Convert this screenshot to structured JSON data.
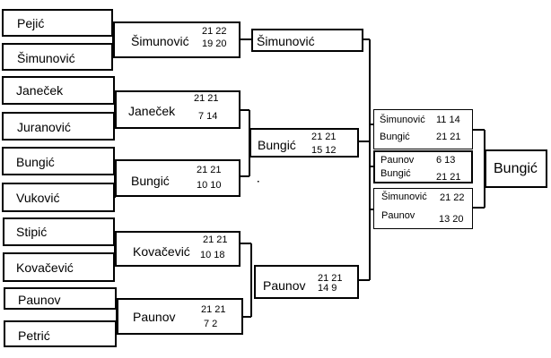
{
  "round1": {
    "pejic": "Pejić",
    "simunovic": "Šimunović",
    "janecek": "Janeček",
    "juranovic": "Juranović",
    "bungic": "Bungić",
    "vukovic": "Vuković",
    "stipic": "Stipić",
    "kovacevic": "Kovačević",
    "paunov": "Paunov",
    "petric": "Petrić"
  },
  "round2": {
    "m1": {
      "winner": "Šimunović",
      "set1": "21  22",
      "set2": "19 20"
    },
    "m2": {
      "winner": "Janeček",
      "set1": "21  21",
      "set2": "7  14"
    },
    "m3": {
      "winner": "Bungić",
      "set1": "21  21",
      "set2": "10  10"
    },
    "m4": {
      "winner": "Kovačević",
      "set1": "21 21",
      "set2": "10  18"
    },
    "m5": {
      "winner": "Paunov",
      "set1": "21  21",
      "set2": "7    2"
    }
  },
  "round3": {
    "top": {
      "winner": "Šimunović"
    },
    "mid": {
      "winner": "Bungić",
      "set1": "21  21",
      "set2": "15  12"
    },
    "bot": {
      "winner": "Paunov",
      "set1": "21  21",
      "set2": "14   9"
    }
  },
  "group": {
    "g1": {
      "p1": "Šimunović",
      "p1score": "11 14",
      "p2": "Bungić",
      "p2score": "21 21"
    },
    "g2": {
      "p1": "Paunov",
      "p1score": "6  13",
      "p2": "Bungić",
      "p2score": "21 21"
    },
    "g3": {
      "p1": "Šimunović",
      "p1score": "21 22",
      "p2": "Paunov",
      "p2score": "13 20"
    }
  },
  "champion": "Bungić"
}
